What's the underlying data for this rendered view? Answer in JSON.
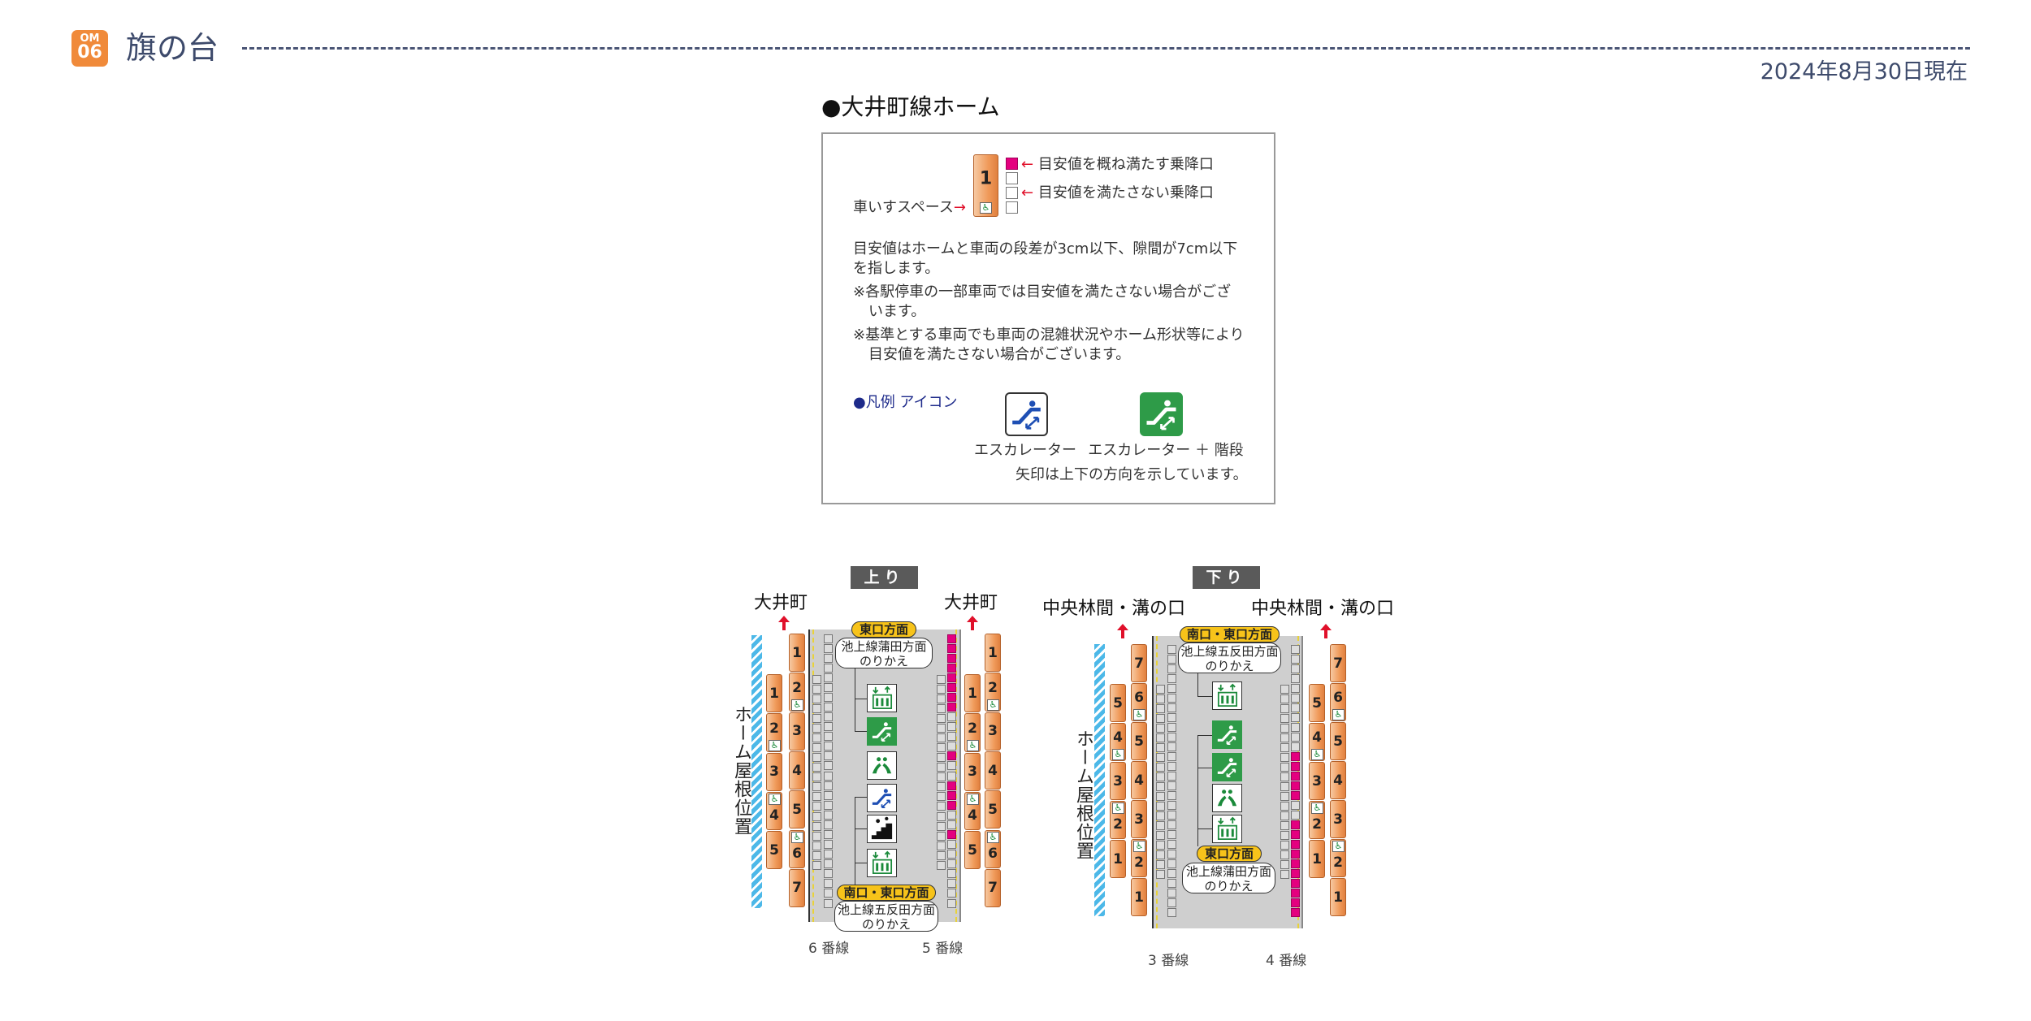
{
  "header": {
    "line_code": "OM",
    "station_number": "06",
    "station_name": "旗の台",
    "date": "2024年8月30日現在"
  },
  "legend": {
    "title": "●大井町線ホーム",
    "sample_car_number": "1",
    "ok_door_label": "目安値を概ね満たす乗降口",
    "ng_door_label": "目安値を満たさない乗降口",
    "wheelchair_label": "車いすスペース",
    "para_lines": [
      "目安値はホームと車両の段差が3cm以下、隙間が7cm以下",
      "を指します。"
    ],
    "note1_lines": [
      "※各駅停車の一部車両では目安値を満たさない場合がござ",
      "います。"
    ],
    "note2_lines": [
      "※基準とする車両でも車両の混雑状況やホーム形状等により",
      "目安値を満たさない場合がございます。"
    ],
    "icon_legend_title": "●凡例 アイコン",
    "icon_escalator_label": "エスカレーター",
    "icon_escalator_stairs_label": "エスカレーター ＋ 階段",
    "arrow_note": "矢印は上下の方向を示しています。",
    "colors": {
      "ok_door": "#e4007f",
      "brand": "#f08a3a",
      "text": "#3d4a6b"
    }
  },
  "diagrams": [
    {
      "direction": "上り",
      "dest_left": "大井町",
      "dest_right": "大井町",
      "roof_label": "ホーム屋根位置",
      "track_left": "6 番線",
      "track_right": "5 番線",
      "top_exit": {
        "pill": "東口方面",
        "box": [
          "池上線蒲田方面",
          "のりかえ"
        ]
      },
      "bottom_exit": {
        "pill": "南口・東口方面",
        "box": [
          "池上線五反田方面",
          "のりかえ"
        ]
      },
      "icons": [
        "elevator",
        "escalator-stairs",
        "stairs",
        "escalator",
        "stairs-black",
        "elevator"
      ],
      "trains": {
        "left_short": [
          {
            "n": "1"
          },
          {
            "n": "2",
            "wc": "bottom"
          },
          {
            "n": "3"
          },
          {
            "n": "4",
            "wc": "top"
          },
          {
            "n": "5"
          }
        ],
        "left_long": [
          {
            "n": "1"
          },
          {
            "n": "2",
            "wc": "bottom"
          },
          {
            "n": "3"
          },
          {
            "n": "4"
          },
          {
            "n": "5"
          },
          {
            "n": "6",
            "wc": "top"
          },
          {
            "n": "7"
          }
        ],
        "right_short": [
          {
            "n": "1"
          },
          {
            "n": "2",
            "wc": "bottom"
          },
          {
            "n": "3"
          },
          {
            "n": "4",
            "wc": "top"
          },
          {
            "n": "5"
          }
        ],
        "right_long": [
          {
            "n": "1"
          },
          {
            "n": "2",
            "wc": "bottom"
          },
          {
            "n": "3"
          },
          {
            "n": "4"
          },
          {
            "n": "5"
          },
          {
            "n": "6",
            "wc": "top"
          },
          {
            "n": "7"
          }
        ]
      },
      "doors": {
        "left_short": [
          "0000",
          "0000",
          "0000",
          "0000",
          "0000"
        ],
        "left_long": [
          "0000",
          "0000",
          "0000",
          "0000",
          "0000",
          "0000",
          "0000"
        ],
        "right_short": [
          "0000",
          "0000",
          "0000",
          "0000",
          "0000"
        ],
        "right_long": [
          "1111",
          "1111",
          "0000",
          "1001",
          "1100",
          "1000",
          "0000"
        ]
      }
    },
    {
      "direction": "下り",
      "dest_left": "中央林間・溝の口",
      "dest_right": "中央林間・溝の口",
      "roof_label": "ホーム屋根位置",
      "track_left": "3 番線",
      "track_right": "4 番線",
      "top_exit": {
        "pill": "南口・東口方面",
        "box": [
          "池上線五反田方面",
          "のりかえ"
        ]
      },
      "bottom_exit": {
        "pill": "東口方面",
        "box": [
          "池上線蒲田方面",
          "のりかえ"
        ]
      },
      "icons": [
        "elevator",
        "escalator-green",
        "escalator-stairs",
        "stairs",
        "elevator"
      ],
      "trains": {
        "left_short": [
          {
            "n": "5"
          },
          {
            "n": "4",
            "wc": "bottom"
          },
          {
            "n": "3"
          },
          {
            "n": "2",
            "wc": "top"
          },
          {
            "n": "1"
          }
        ],
        "left_long": [
          {
            "n": "7"
          },
          {
            "n": "6",
            "wc": "bottom"
          },
          {
            "n": "5"
          },
          {
            "n": "4"
          },
          {
            "n": "3"
          },
          {
            "n": "2",
            "wc": "top"
          },
          {
            "n": "1"
          }
        ],
        "right_short": [
          {
            "n": "5"
          },
          {
            "n": "4",
            "wc": "bottom"
          },
          {
            "n": "3"
          },
          {
            "n": "2",
            "wc": "top"
          },
          {
            "n": "1"
          }
        ],
        "right_long": [
          {
            "n": "7"
          },
          {
            "n": "6",
            "wc": "bottom"
          },
          {
            "n": "5"
          },
          {
            "n": "4"
          },
          {
            "n": "3"
          },
          {
            "n": "2",
            "wc": "top"
          },
          {
            "n": "1"
          }
        ]
      },
      "doors": {
        "left_short": [
          "0000",
          "0000",
          "0000",
          "0000",
          "0000"
        ],
        "left_long": [
          "0000",
          "0000",
          "0000",
          "0000",
          "0000",
          "0000",
          "0000"
        ],
        "right_short": [
          "0000",
          "0000",
          "0000",
          "0000",
          "0000"
        ],
        "right_long": [
          "0000",
          "0000",
          "0001",
          "1111",
          "0011",
          "1111",
          "1111"
        ]
      }
    }
  ]
}
